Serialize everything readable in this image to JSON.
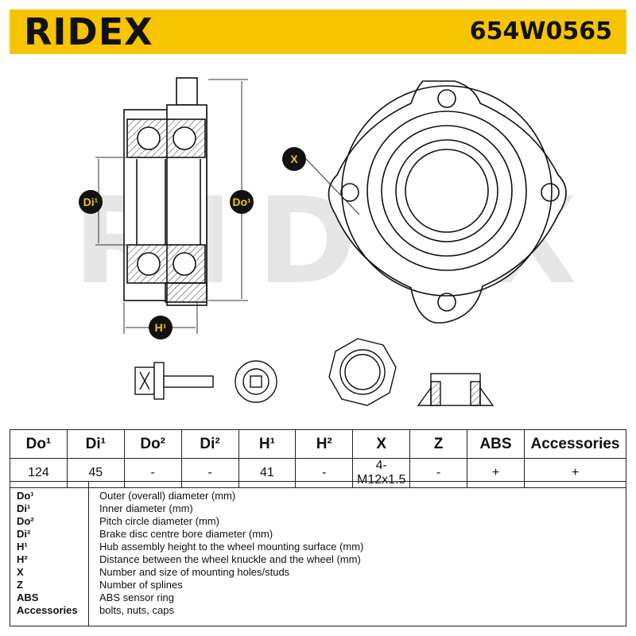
{
  "header": {
    "brand": "RIDEX",
    "part_number": "654W0565"
  },
  "drawing": {
    "watermark": "RIDEX",
    "labels": {
      "di1": "Di¹",
      "do1": "Do¹",
      "h1": "H¹",
      "x": "X"
    },
    "colors": {
      "label_bg": "#111111",
      "label_text": "#f6c400",
      "watermark": "#e6e6e6"
    }
  },
  "specs": {
    "headers": [
      "Do¹",
      "Di¹",
      "Do²",
      "Di²",
      "H¹",
      "H²",
      "X",
      "Z",
      "ABS",
      "Accessories"
    ],
    "values": [
      "124",
      "45",
      "-",
      "-",
      "41",
      "-",
      "4-M12x1.5",
      "-",
      "+",
      "+"
    ]
  },
  "legend": [
    {
      "key": "Do¹",
      "desc": "Outer (overall) diameter (mm)"
    },
    {
      "key": "Di¹",
      "desc": "Inner diameter (mm)"
    },
    {
      "key": "Do²",
      "desc": "Pitch circle diameter (mm)"
    },
    {
      "key": "Di²",
      "desc": "Brake disc centre bore diameter (mm)"
    },
    {
      "key": "H¹",
      "desc": "Hub assembly height to the wheel mounting surface (mm)"
    },
    {
      "key": "H²",
      "desc": "Distance between the wheel knuckle and the wheel (mm)"
    },
    {
      "key": "X",
      "desc": "Number and size of mounting holes/studs"
    },
    {
      "key": "Z",
      "desc": "Number of splines"
    },
    {
      "key": "ABS",
      "desc": "ABS sensor ring"
    },
    {
      "key": "Accessories",
      "desc": "bolts, nuts, caps"
    }
  ],
  "brand_colors": {
    "header_bg": "#f6c400",
    "ink": "#111111"
  }
}
